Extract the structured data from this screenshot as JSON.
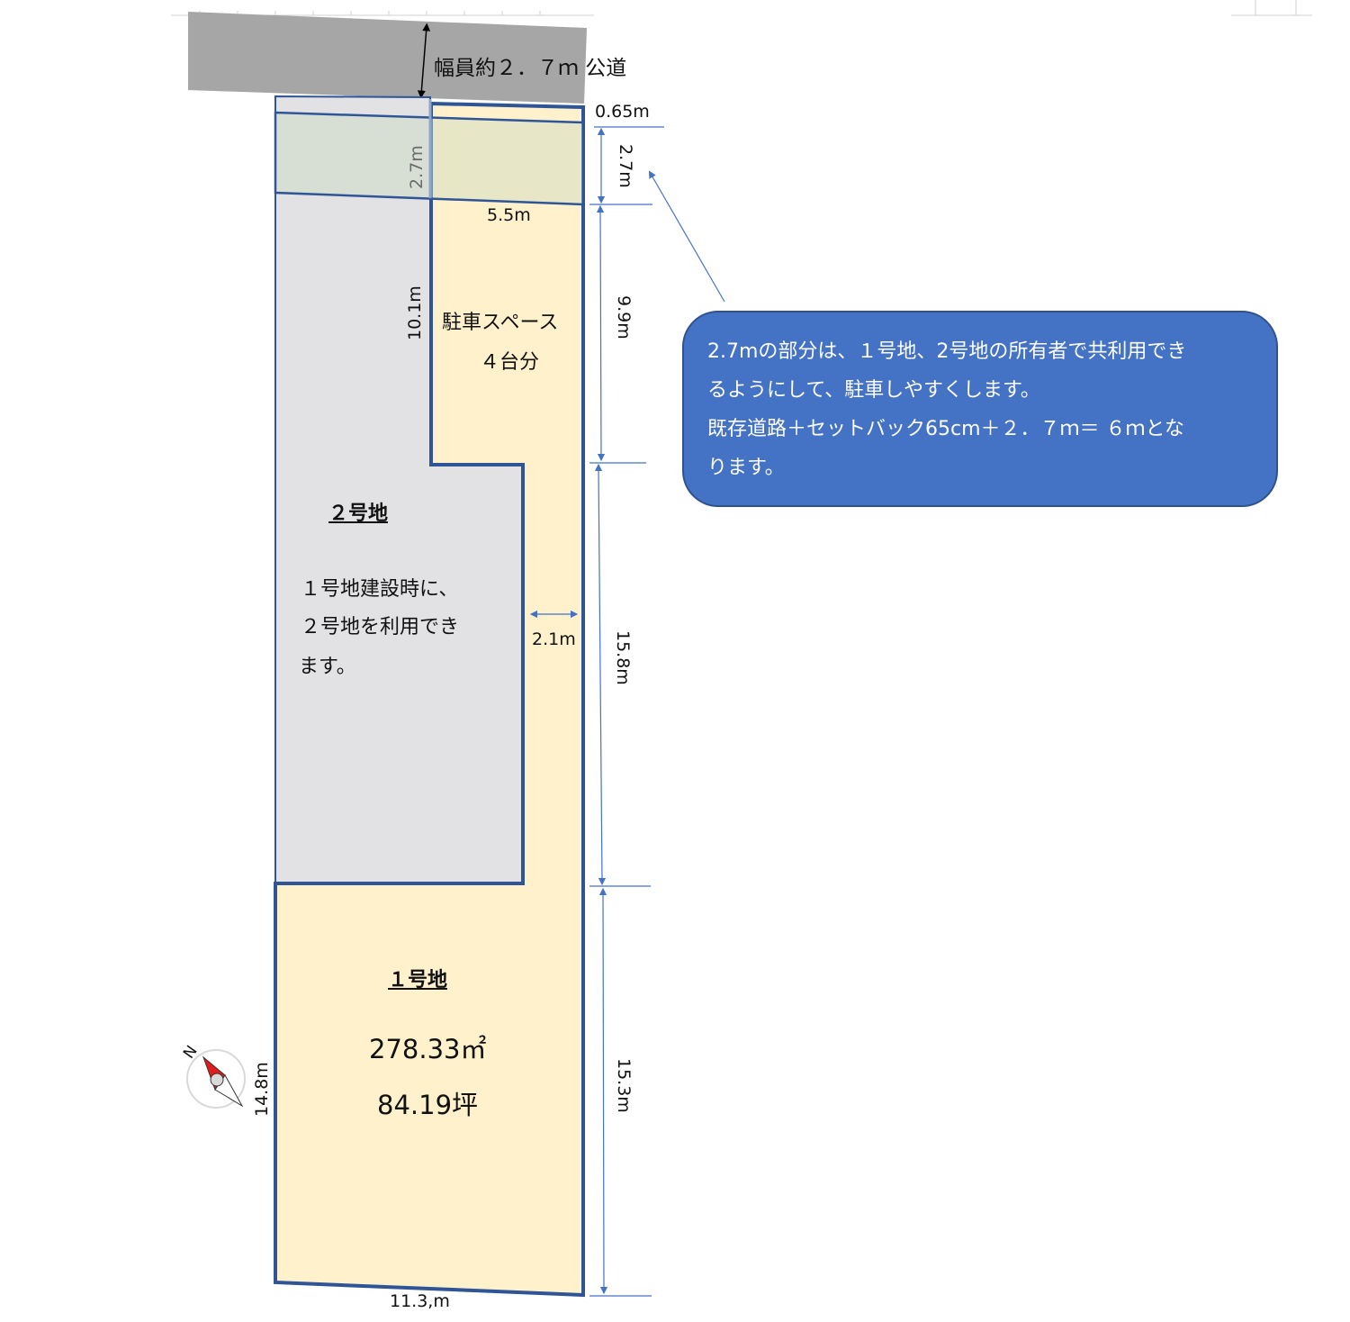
{
  "road": {
    "label": "幅員約２．７ｍ 公道",
    "fill": "#a6a6a6"
  },
  "dimensions": {
    "setback": "0.65m",
    "shared_strip_right": "2.7m",
    "shared_strip_inner": "2.7m",
    "parking_width": "5.5m",
    "parking_depth_left": "10.1m",
    "right_segment_1": "9.9m",
    "right_segment_2": "15.8m",
    "right_segment_3": "15.3m",
    "corridor_width": "2.1m",
    "lot1_left_depth": "14.8m",
    "bottom_width": "11.3,m"
  },
  "parking": {
    "line1": "駐車スペース",
    "line2": "４台分"
  },
  "lot2": {
    "title": "２号地",
    "note_line1": "１号地建設時に、",
    "note_line2": "２号地を利用でき",
    "note_line3": "ます。",
    "fill": "#e2e1e3"
  },
  "lot1": {
    "title": "１号地",
    "area_sqm": "278.33㎡",
    "area_tsubo": "84.19坪",
    "fill": "#fff1cc"
  },
  "callout": {
    "line1": "2.7mの部分は、１号地、2号地の所有者で共利用でき",
    "line2": "るようにして、駐車しやすくします。",
    "line3": "既存道路＋セットバック65cm＋２．７ｍ＝ ６ｍとな",
    "line4": "ります。",
    "fill": "#4472c4"
  },
  "compass": {
    "label": "N"
  },
  "colors": {
    "boundary": "#2f5597",
    "dim_line": "#4472c4"
  }
}
